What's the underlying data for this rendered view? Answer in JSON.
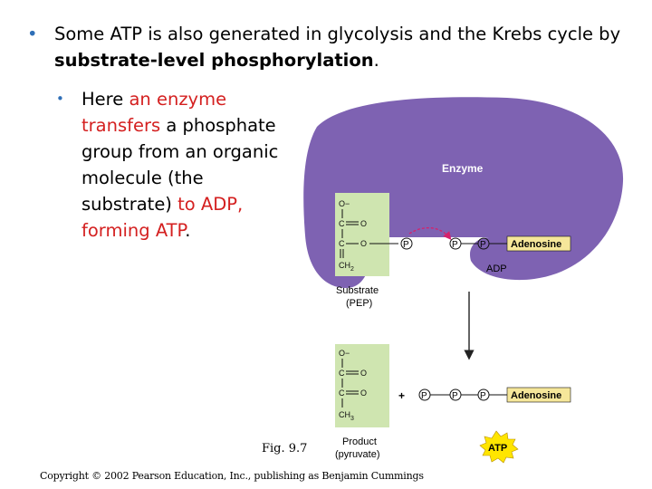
{
  "bullet1": {
    "text_start": "Some ATP is also generated in glycolysis and the Krebs cycle by ",
    "text_bold": "substrate-level phosphorylation",
    "text_end": "."
  },
  "bullet2": {
    "here": "Here ",
    "red1": "an enzyme transfers",
    "mid": " a phosphate group from an organic molecule (the substrate) ",
    "red2": "to ADP, forming ATP",
    "end": "."
  },
  "figure": {
    "enzyme_label": "Enzyme",
    "adenosine_top": "Adenosine",
    "adenosine_bottom": "Adenosine",
    "adp_label": "ADP",
    "substrate_label_1": "Substrate",
    "substrate_label_2": "(PEP)",
    "product_label_1": "Product",
    "product_label_2": "(pyruvate)",
    "atp_label": "ATP",
    "p_symbol": "P",
    "plus": "+",
    "o_minus": "O−",
    "c": "C",
    "o": "O",
    "ch2": "CH",
    "ch2_sub": "2",
    "ch3": "CH",
    "ch3_sub": "3",
    "fig_label": "Fig. 9.7",
    "colors": {
      "enzyme": "#7e62b2",
      "substrate_box": "#cfe5b0",
      "adenosine_box": "#f6e79a",
      "atp_burst": "#ffe500",
      "arrow_pink": "#d6216b",
      "bullet": "#2f6fb7",
      "red_text": "#d42020"
    }
  },
  "copyright": "Copyright © 2002 Pearson Education, Inc., publishing as Benjamin Cummings"
}
